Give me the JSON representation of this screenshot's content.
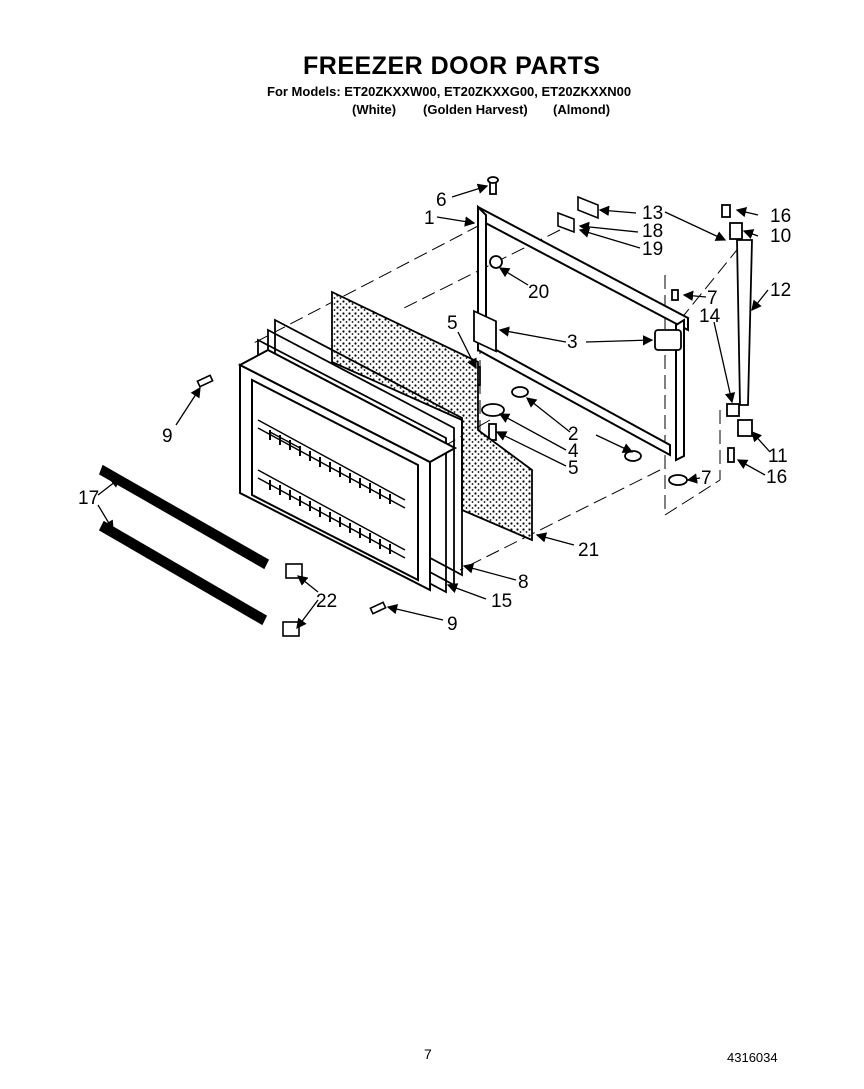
{
  "header": {
    "title": "FREEZER DOOR PARTS",
    "models_line": "For Models: ET20ZKXXW00, ET20ZKXXG00, ET20ZKXXN00",
    "colors": [
      "(White)",
      "(Golden Harvest)",
      "(Almond)"
    ]
  },
  "callouts": [
    "1",
    "2",
    "3",
    "4",
    "5",
    "6",
    "7",
    "8",
    "9",
    "10",
    "11",
    "12",
    "13",
    "14",
    "15",
    "16",
    "17",
    "18",
    "19",
    "20",
    "21",
    "22"
  ],
  "footer": {
    "page_number": "7",
    "document_number": "4316034"
  }
}
